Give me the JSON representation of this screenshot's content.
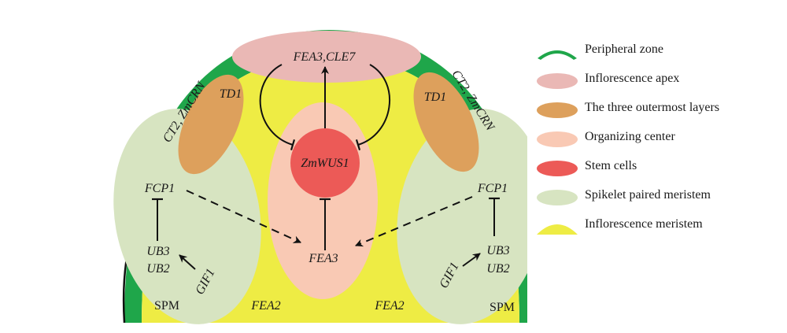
{
  "diagram": {
    "peripheral_left": "CT2, ZmCRN",
    "peripheral_right": "CT2, ZmCRN",
    "apex_label": "FEA3,CLE7",
    "td1_left": "TD1",
    "td1_right": "TD1",
    "stem_cells_label": "ZmWUS1",
    "organizing_center_label": "FEA3",
    "fcp1_left": "FCP1",
    "fcp1_right": "FCP1",
    "ub3_left": "UB3",
    "ub2_left": "UB2",
    "ub3_right": "UB3",
    "ub2_right": "UB2",
    "gif1_left": "GIF1",
    "gif1_right": "GIF1",
    "spm_left": "SPM",
    "spm_right": "SPM",
    "fea2_left": "FEA2",
    "fea2_right": "FEA2"
  },
  "legend": [
    {
      "label": "Peripheral zone",
      "color": "#1fa64a",
      "icon": "arc-icon"
    },
    {
      "label": "Inflorescence apex",
      "color": "#eab8b5",
      "icon": "ellipse-icon"
    },
    {
      "label": "The three outermost layers",
      "color": "#dda05c",
      "icon": "ellipse-icon"
    },
    {
      "label": "Organizing center",
      "color": "#f9c9b4",
      "icon": "ellipse-icon"
    },
    {
      "label": "Stem cells",
      "color": "#ec5a57",
      "icon": "ellipse-icon"
    },
    {
      "label": "Spikelet paired meristem",
      "color": "#d7e4c1",
      "icon": "ellipse-icon"
    },
    {
      "label": "Inflorescence meristem",
      "color": "#eeec44",
      "icon": "semicircle-icon"
    }
  ],
  "colors": {
    "peripheral_zone": "#1fa64a",
    "inflorescence_apex": "#eab8b5",
    "outer_layers": "#dda05c",
    "organizing_center": "#f9c9b4",
    "stem_cells": "#ec5a57",
    "spm": "#d7e4c1",
    "inflorescence_meristem": "#eeec44"
  }
}
